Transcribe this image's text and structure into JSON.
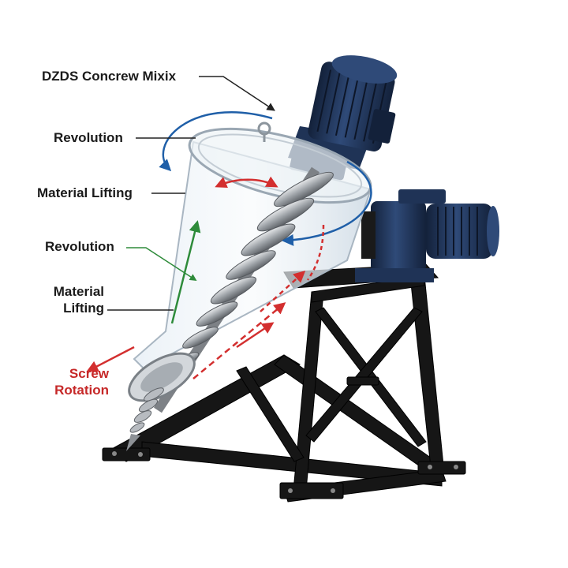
{
  "labels": {
    "title": "DZDS Concrew Mixix",
    "revolution_top": "Revolution",
    "material_lifting_top": "Material Lifting",
    "revolution_mid": "Revolution",
    "material_lifting_mid_line1": "Material",
    "material_lifting_mid_line2": "Lifting",
    "screw_rotation_line1": "Screw",
    "screw_rotation_line2": "Rotation"
  },
  "colors": {
    "frame": "#161616",
    "motor": "#1f3356",
    "motor_dark": "#13213a",
    "steel": "#b9bdc2",
    "glass": "#dfe8ef",
    "arrow_blue": "#1f5fa8",
    "arrow_green": "#2e8b3a",
    "arrow_red": "#d32f2f",
    "label_red": "#c62828",
    "leader": "#222222"
  }
}
